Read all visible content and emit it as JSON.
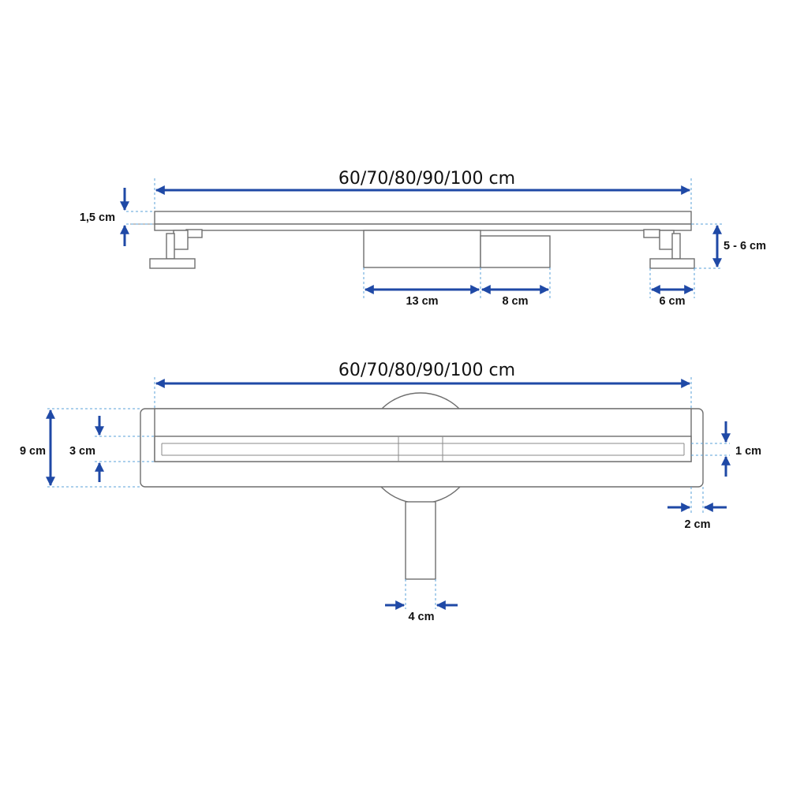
{
  "side_view": {
    "length_label": "60/70/80/90/100 cm",
    "cover_height_label": "1,5 cm",
    "outlet_width_label": "13 cm",
    "outlet_ext_label": "8 cm",
    "foot_width_label": "6 cm",
    "total_height_label": "5 - 6 cm"
  },
  "top_view": {
    "length_label": "60/70/80/90/100 cm",
    "body_width_label": "9 cm",
    "grate_width_label": "3 cm",
    "slot_width_label": "1 cm",
    "edge_width_label": "2 cm",
    "pipe_width_label": "4 cm"
  },
  "colors": {
    "dimension": "#1f49a6",
    "outline": "#6e6e6e",
    "guide": "#5aa0d8"
  }
}
